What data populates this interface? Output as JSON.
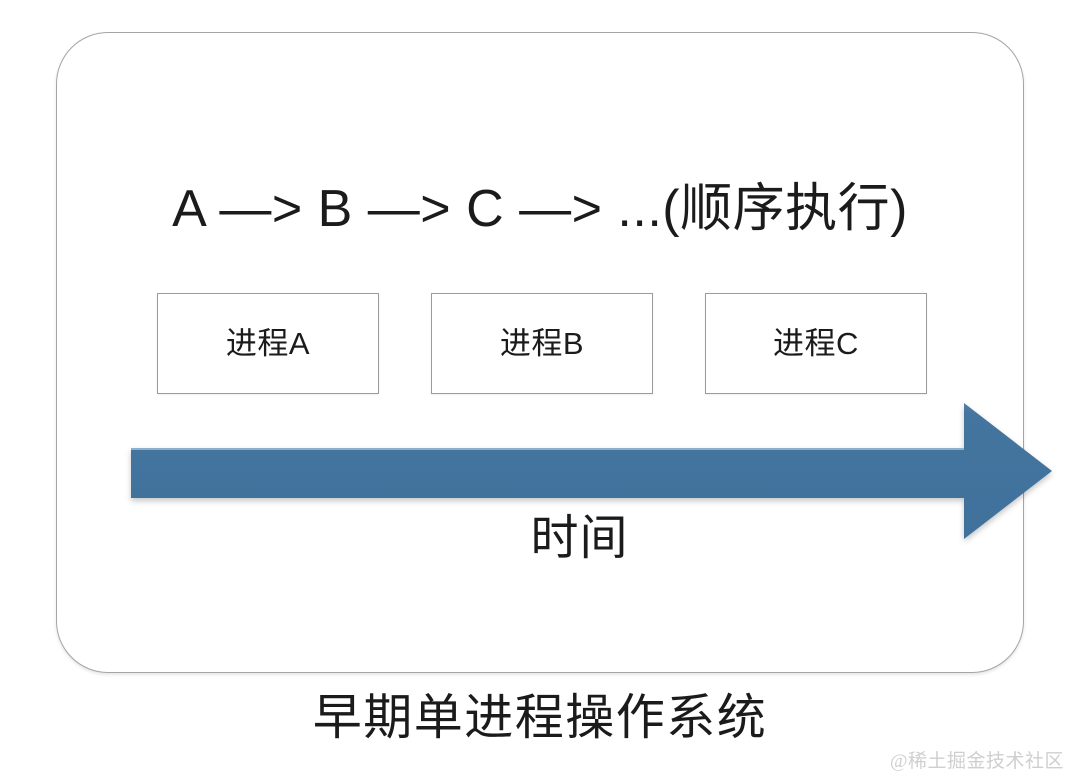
{
  "diagram": {
    "sequence_text": "A —> B —> C —> ...(顺序执行)",
    "time_label": "时间",
    "caption": "早期单进程操作系统",
    "processes": [
      {
        "label": "进程A"
      },
      {
        "label": "进程B"
      },
      {
        "label": "进程C"
      }
    ],
    "colors": {
      "arrow_fill": "#41739f",
      "arrow_top_highlight": "#7fa6c6",
      "frame_border": "#a5a5a5",
      "box_border": "#9b9b9b",
      "text": "#1b1b1b",
      "background": "#ffffff",
      "watermark": "#cfcfcf"
    },
    "icons": {
      "time_arrow": "right-arrow-icon"
    }
  },
  "watermark": {
    "text": "@稀土掘金技术社区"
  }
}
